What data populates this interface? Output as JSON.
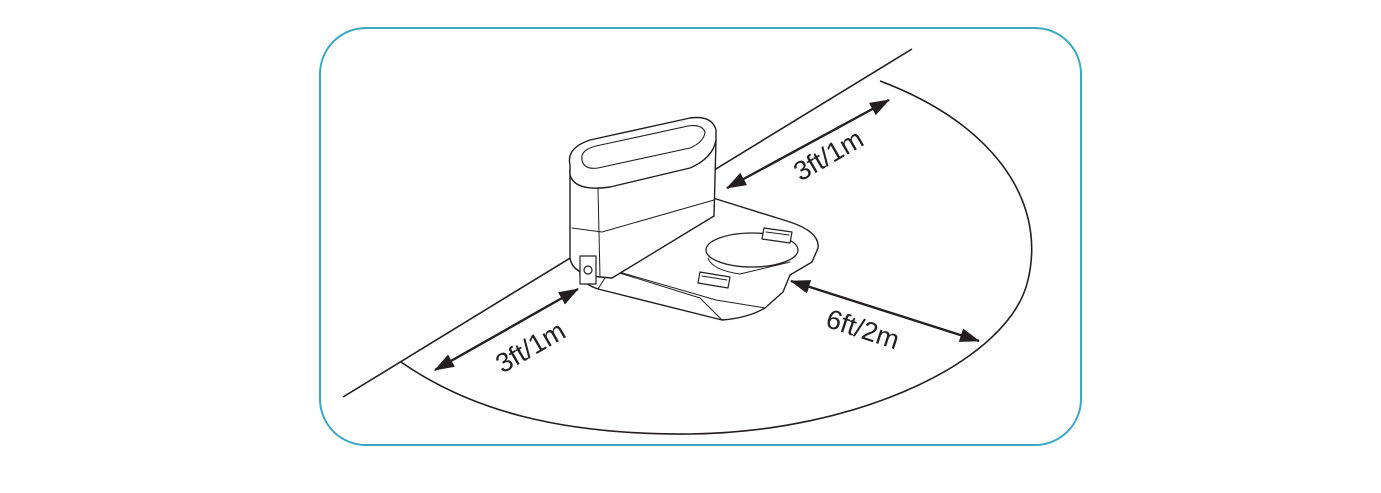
{
  "diagram": {
    "labels": {
      "back_clearance": "3ft/1m",
      "side_clearance": "3ft/1m",
      "front_clearance": "6ft/2m"
    },
    "colors": {
      "frame": "#3aa8c1",
      "ink": "#231f20",
      "background": "#ffffff"
    },
    "icons": [
      "dock-station-illustration",
      "double-arrow-icon"
    ]
  }
}
